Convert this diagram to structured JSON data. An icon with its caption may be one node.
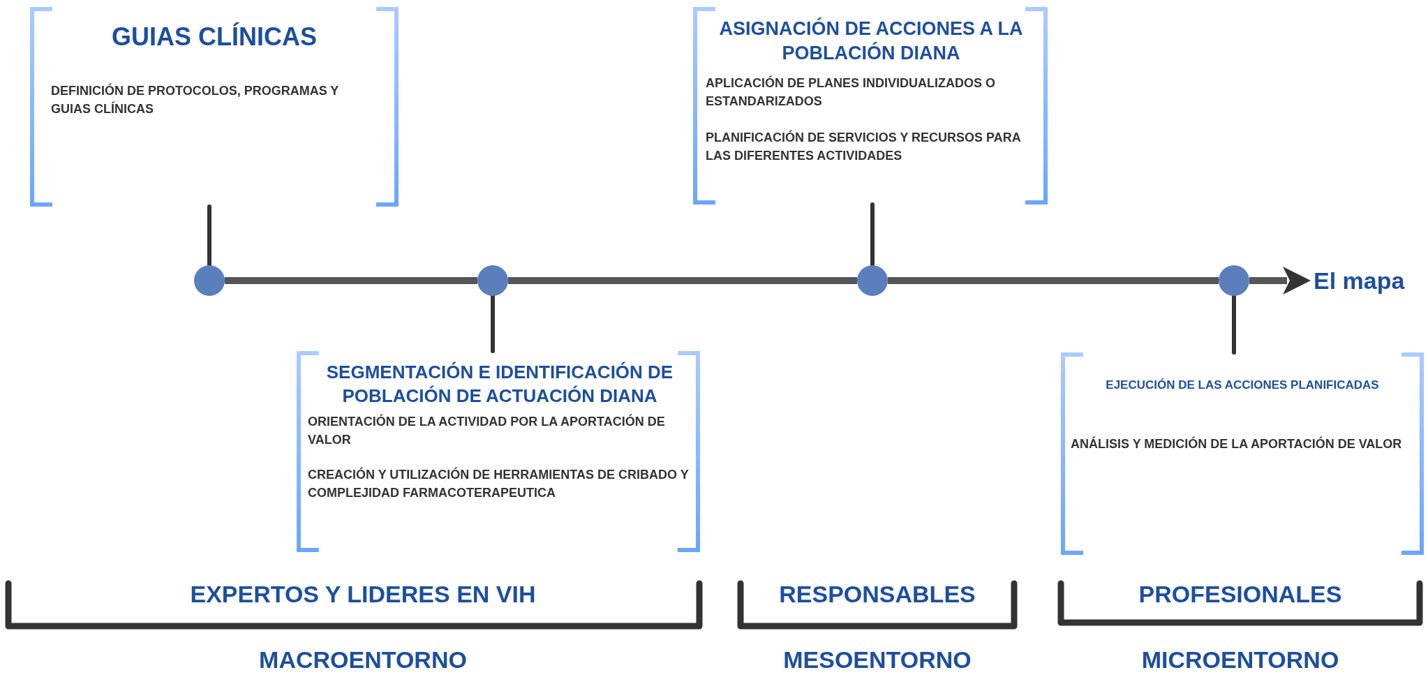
{
  "diagram": {
    "nodes": [
      {
        "text": [
          "GUIAS CLÍNICAS",
          "DEFINICIÓN DE PROTOCOLOS, PROGRAMAS Y GUIAS CLÍNICAS"
        ]
      },
      {
        "text": [
          "ASIGNACIÓN DE ACCIONES A LA POBLACIÓN DIANA",
          "APLICACIÓN DE PLANES INDIVIDUALIZADOS O ESTANDARIZADOS",
          "PLANIFICACIÓN DE SERVICIOS Y RECURSOS PARA LAS DIFERENTES ACTIVIDADES"
        ]
      },
      {
        "text": [],
        "shape": "circle"
      },
      {
        "text": [],
        "shape": "circle"
      },
      {
        "text": [],
        "shape": "circle"
      },
      {
        "text": [],
        "shape": "circle"
      },
      {
        "text": [
          "El mapa"
        ]
      },
      {
        "text": [
          "SEGMENTACIÓN E IDENTIFICACIÓN DE POBLACIÓN DE ACTUACIÓN DIANA",
          "ORIENTACIÓN DE LA ACTIVIDAD POR LA APORTACIÓN DE VALOR",
          "CREACIÓN Y UTILIZACIÓN DE HERRAMIENTAS DE CRIBADO Y COMPLEJIDAD FARMACOTERAPEUTICA"
        ]
      },
      {
        "text": [
          "EJECUCIÓN DE LAS ACCIONES PLANIFICADAS",
          "ANÁLISIS Y MEDICIÓN DE LA APORTACIÓN DE VALOR"
        ]
      }
    ],
    "edges": [
      {
        "from": 2,
        "to": 0,
        "arrow": "none"
      },
      {
        "from": 3,
        "to": 7,
        "arrow": "none"
      },
      {
        "from": 4,
        "to": 1,
        "arrow": "none"
      },
      {
        "from": 5,
        "to": 8,
        "arrow": "none"
      },
      {
        "from": 2,
        "to": 3,
        "arrow": "none"
      },
      {
        "from": 3,
        "to": 4,
        "arrow": "none"
      },
      {
        "from": 4,
        "to": 5,
        "arrow": "none"
      },
      {
        "from": 5,
        "to": 6,
        "arrow": "to"
      }
    ],
    "labels": [
      "EXPERTOS Y LIDERES EN VIH",
      "RESPONSABLES",
      "PROFESIONALES",
      "MACROENTORNO",
      "MESOENTORNO",
      "MICROENTORNO"
    ]
  }
}
